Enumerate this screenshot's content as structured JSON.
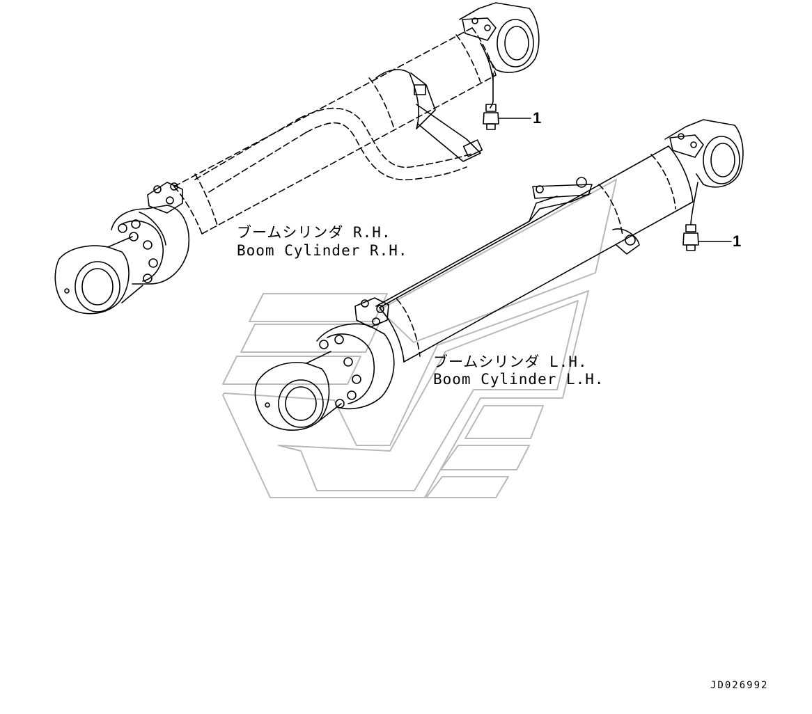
{
  "labels": {
    "rh_jp": "ブームシリンダ R.H.",
    "rh_en": "Boom Cylinder R.H.",
    "lh_jp": "ブームシリンダ L.H.",
    "lh_en": "Boom Cylinder L.H.",
    "callout_rh": "1",
    "callout_lh": "1",
    "doc_id": "JD026992"
  },
  "colors": {
    "line": "#000000",
    "watermark": "#b9b9b9",
    "background": "#ffffff"
  }
}
